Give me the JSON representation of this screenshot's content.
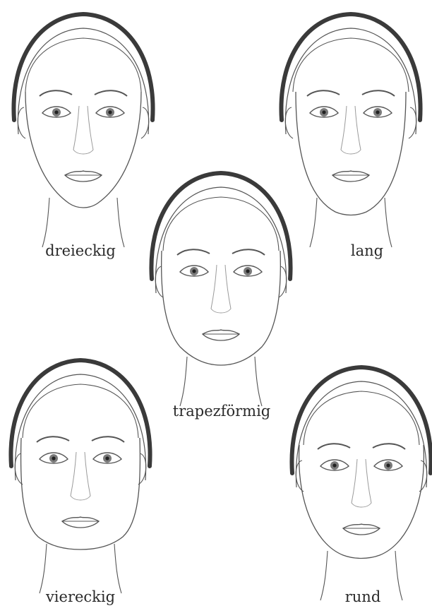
{
  "colors": {
    "line": "#555555",
    "hair": "#3a3a3a",
    "caption": "#2a2a2a"
  },
  "faces": [
    {
      "id": "dreieckig",
      "label": "dreieckig",
      "shape": "triangle"
    },
    {
      "id": "lang",
      "label": "lang",
      "shape": "long"
    },
    {
      "id": "trapez",
      "label": "trapezförmig",
      "shape": "trapezoid"
    },
    {
      "id": "viereckig",
      "label": "viereckig",
      "shape": "square"
    },
    {
      "id": "rund",
      "label": "rund",
      "shape": "round"
    }
  ]
}
